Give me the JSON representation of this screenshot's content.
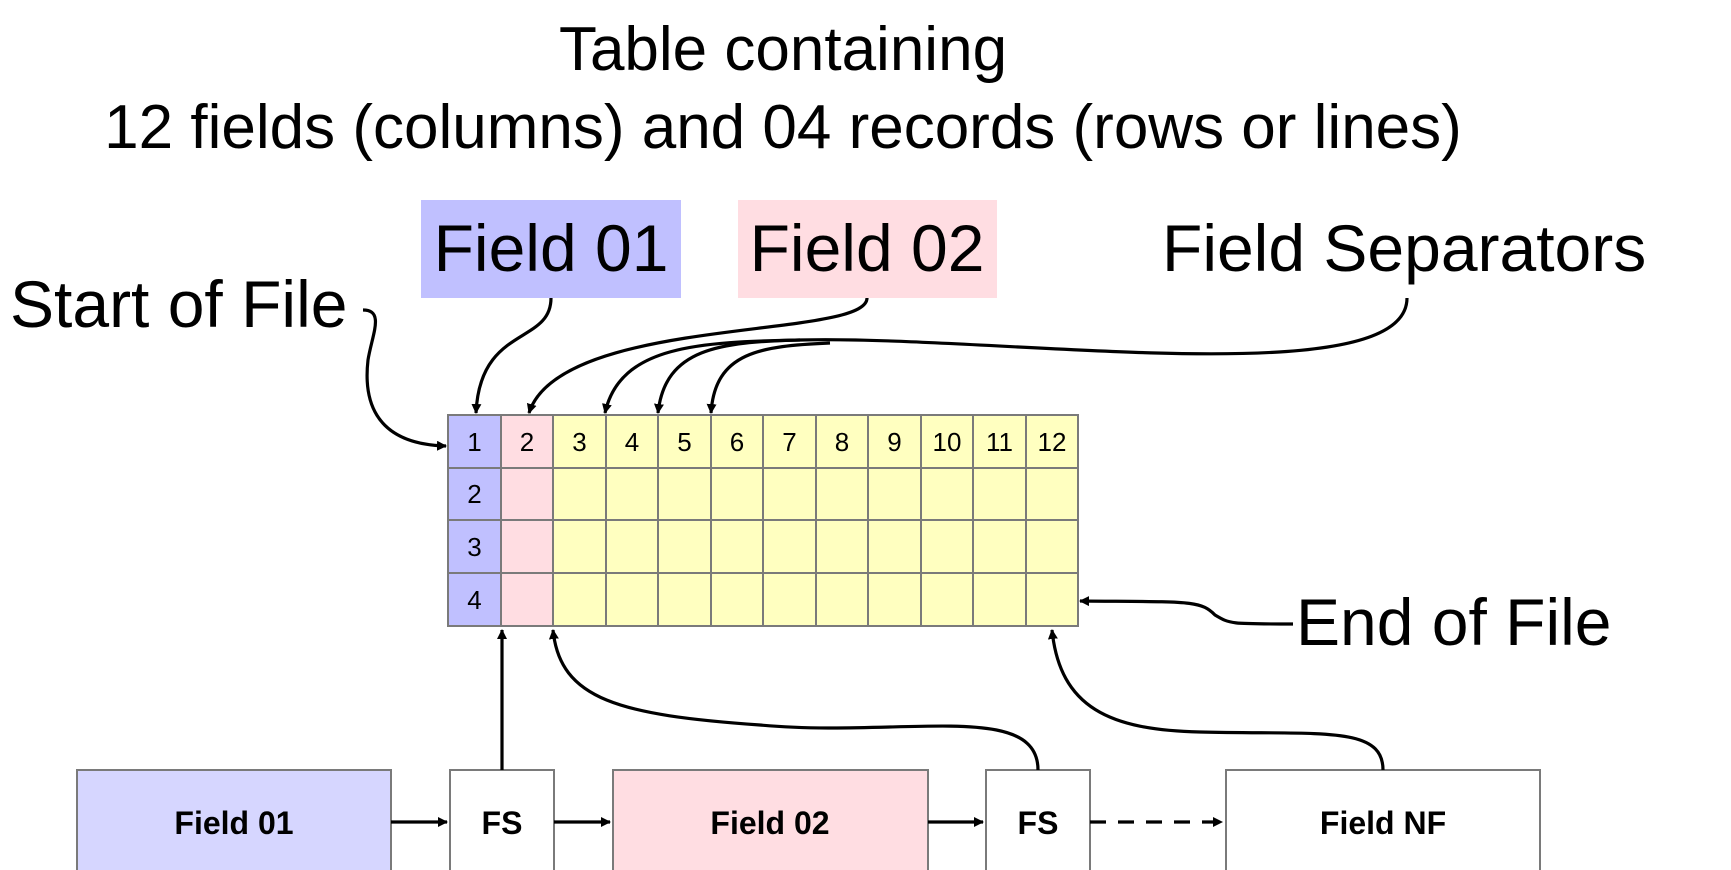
{
  "title": {
    "line1": "Table containing",
    "line2": "12 fields (columns) and 04 records (rows or lines)"
  },
  "labels": {
    "field01": "Field 01",
    "field02": "Field 02",
    "field_separators": "Field Separators",
    "start_of_file": "Start of File",
    "end_of_file": "End of File"
  },
  "table": {
    "header_row": [
      "1",
      "2",
      "3",
      "4",
      "5",
      "6",
      "7",
      "8",
      "9",
      "10",
      "11",
      "12"
    ],
    "row_numbers": [
      "2",
      "3",
      "4"
    ]
  },
  "flow": {
    "field01": "Field 01",
    "fs1": "FS",
    "field02": "Field 02",
    "fs2": "FS",
    "fieldnf": "Field NF"
  },
  "colors": {
    "field01_bg": "#c0c0ff",
    "field02_bg": "#ffdde2",
    "rest_bg": "#ffffc0",
    "flow_field01_bg": "#d6d6ff",
    "flow_field02_bg": "#ffdde2"
  }
}
